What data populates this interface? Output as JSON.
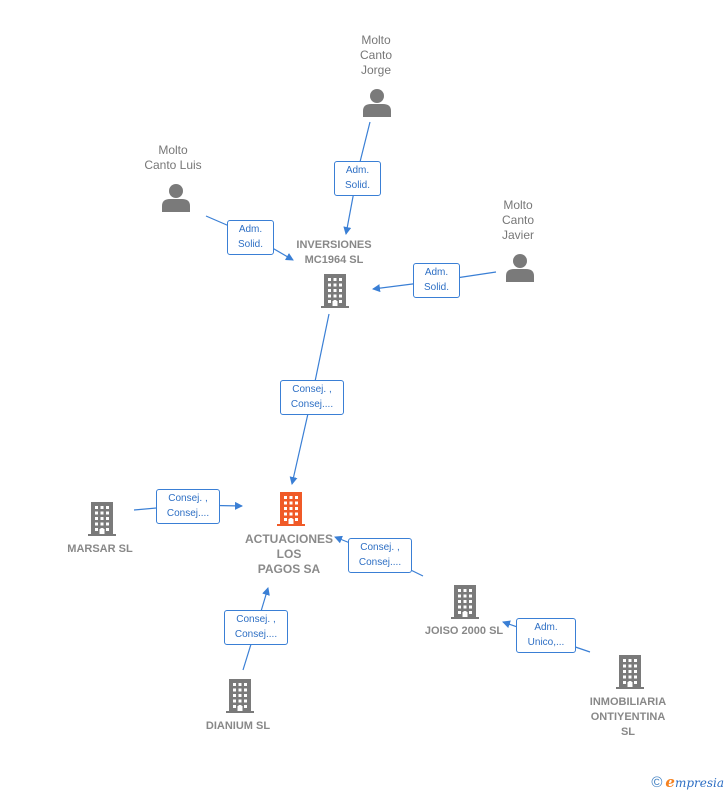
{
  "nodes": {
    "jorge": {
      "label": "Molto\nCanto\nJorge"
    },
    "luis": {
      "label": "Molto\nCanto Luis"
    },
    "javier": {
      "label": "Molto\nCanto\nJavier"
    },
    "inversiones": {
      "label": "INVERSIONES\nMC1964  SL"
    },
    "actuaciones": {
      "label": "ACTUACIONES\nLOS\nPAGOS SA"
    },
    "marsar": {
      "label": "MARSAR SL"
    },
    "joiso": {
      "label": "JOISO 2000 SL"
    },
    "dianium": {
      "label": "DIANIUM SL"
    },
    "inmobiliaria": {
      "label": "INMOBILIARIA\nONTIYENTINA\nSL"
    }
  },
  "relations": {
    "jorge_inversiones": "Adm.\nSolid.",
    "luis_inversiones": "Adm.\nSolid.",
    "javier_inversiones": "Adm.\nSolid.",
    "inversiones_actuaciones": "Consej. ,\nConsej....",
    "marsar_actuaciones": "Consej. ,\nConsej....",
    "joiso_actuaciones": "Consej. ,\nConsej....",
    "dianium_actuaciones": "Consej. ,\nConsej....",
    "inmobiliaria_joiso": "Adm.\nUnico,..."
  },
  "colors": {
    "edge": "#3a7fd5",
    "company": "#7a7a7a",
    "focus_company": "#f05a28",
    "person": "#7a7a7a"
  },
  "footer": {
    "copyright": "©",
    "brand_initial": "e",
    "brand_rest": "mpresia"
  }
}
